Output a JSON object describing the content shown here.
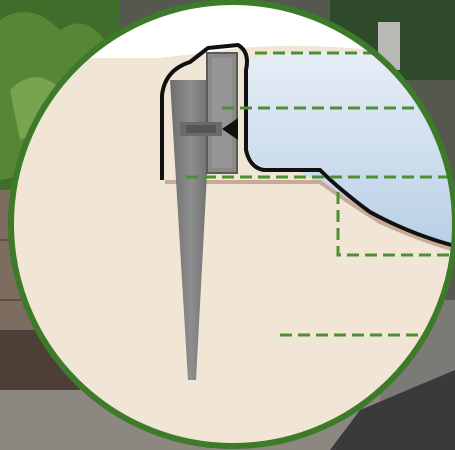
{
  "diagram": {
    "subject": "pond-edge-stake-cross-section",
    "colors": {
      "circle_border": "#3d7a2a",
      "soil": "#f1e6d5",
      "water": "#c8d9ea",
      "liner": "#111111",
      "stake": "#7a7a7a",
      "edging_profile": "#8a8a8a",
      "callout_line": "#4e8f34",
      "background_foliage": "#3f6e2b",
      "background_deck": "#7d6c60",
      "background_gravel": "#8c8780"
    },
    "callouts": [
      {
        "id": "edging-top",
        "label": ""
      },
      {
        "id": "fixing-bolt",
        "label": ""
      },
      {
        "id": "soil-line",
        "label": ""
      },
      {
        "id": "pond-shelf",
        "label": ""
      },
      {
        "id": "ground-anchor",
        "label": ""
      }
    ]
  }
}
